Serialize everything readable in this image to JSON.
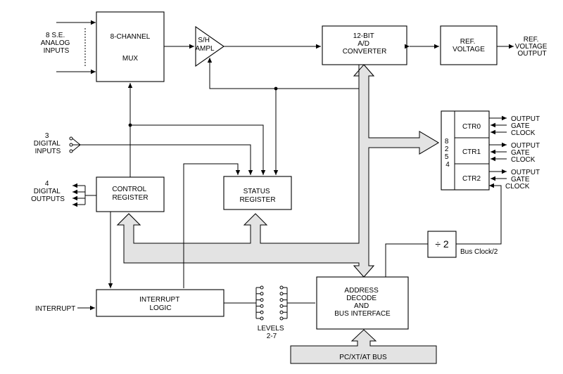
{
  "inputs": {
    "analog": [
      "8 S.E.",
      "ANALOG",
      "INPUTS"
    ],
    "digital_in": [
      "3",
      "DIGITAL",
      "INPUTS"
    ],
    "digital_out": [
      "4",
      "DIGITAL",
      "OUTPUTS"
    ],
    "interrupt": "INTERRUPT"
  },
  "blocks": {
    "mux": [
      "8-CHANNEL",
      "MUX"
    ],
    "sh_amp": [
      "S/H",
      "AMPL"
    ],
    "adc": [
      "12-BIT",
      "A/D",
      "CONVERTER"
    ],
    "ref_voltage": [
      "REF.",
      "VOLTAGE"
    ],
    "ref_output": [
      "REF.",
      "VOLTAGE",
      "OUTPUT"
    ],
    "control_register": [
      "CONTROL",
      "REGISTER"
    ],
    "status_register": [
      "STATUS",
      "REGISTER"
    ],
    "interrupt_logic": [
      "INTERRUPT",
      "LOGIC"
    ],
    "address_decode": [
      "ADDRESS",
      "DECODE",
      "AND",
      "BUS INTERFACE"
    ],
    "levels": [
      "LEVELS",
      "2-7"
    ],
    "pc_bus": "PC/XT/AT BUS"
  },
  "counter": {
    "chip": [
      "8",
      "2",
      "5",
      "4"
    ],
    "channels": [
      "CTR0",
      "CTR1",
      "CTR2"
    ],
    "signals": [
      "OUTPUT",
      "GATE",
      "CLOCK"
    ]
  },
  "divider": {
    "symbol": "÷ 2",
    "label": "Bus Clock/2"
  }
}
